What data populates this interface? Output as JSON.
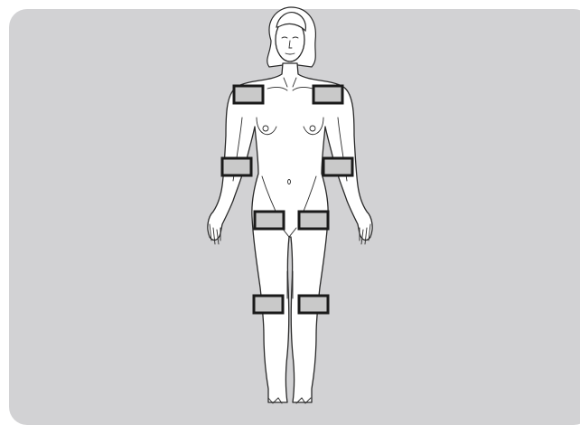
{
  "colors": {
    "background": "#d2d2d4",
    "pad_fill": "#c9c9c9",
    "pad_border": "#1a1a1a",
    "figure_fill": "#ffffff",
    "figure_line": "#2a2a2a"
  },
  "figure": {
    "subject": "female-body-front-view"
  },
  "pads": [
    {
      "name": "pad-left-shoulder"
    },
    {
      "name": "pad-right-shoulder"
    },
    {
      "name": "pad-left-upper-arm"
    },
    {
      "name": "pad-right-upper-arm"
    },
    {
      "name": "pad-left-thigh"
    },
    {
      "name": "pad-right-thigh"
    },
    {
      "name": "pad-left-knee"
    },
    {
      "name": "pad-right-knee"
    }
  ]
}
